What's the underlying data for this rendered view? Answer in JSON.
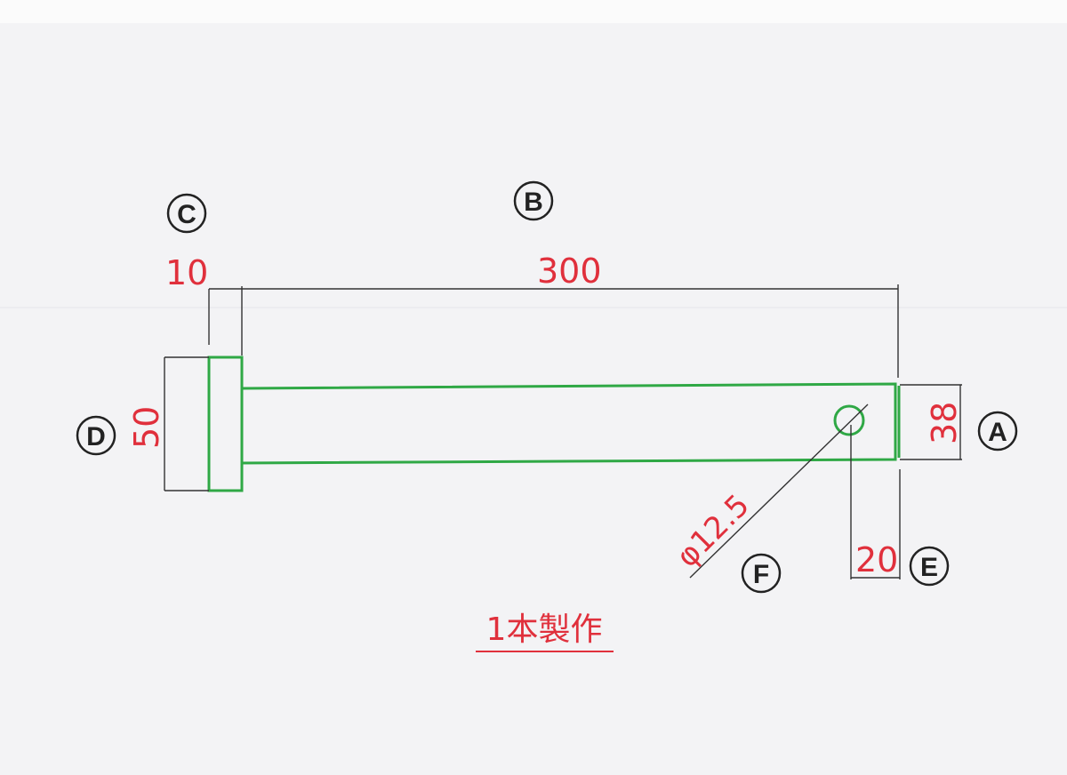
{
  "drawing": {
    "labels": {
      "a": "A",
      "b": "B",
      "c": "C",
      "d": "D",
      "e": "E",
      "f": "F"
    },
    "dimensions": {
      "flange_thickness": "10",
      "total_length": "300",
      "flange_diameter": "50",
      "shaft_diameter": "38",
      "hole_diameter": "φ12.5",
      "hole_offset": "20"
    },
    "note": "1本製作",
    "colors": {
      "part": "#2fa845",
      "dimension": "#e0303c",
      "line": "#333333",
      "paper": "#f3f3f5"
    }
  }
}
